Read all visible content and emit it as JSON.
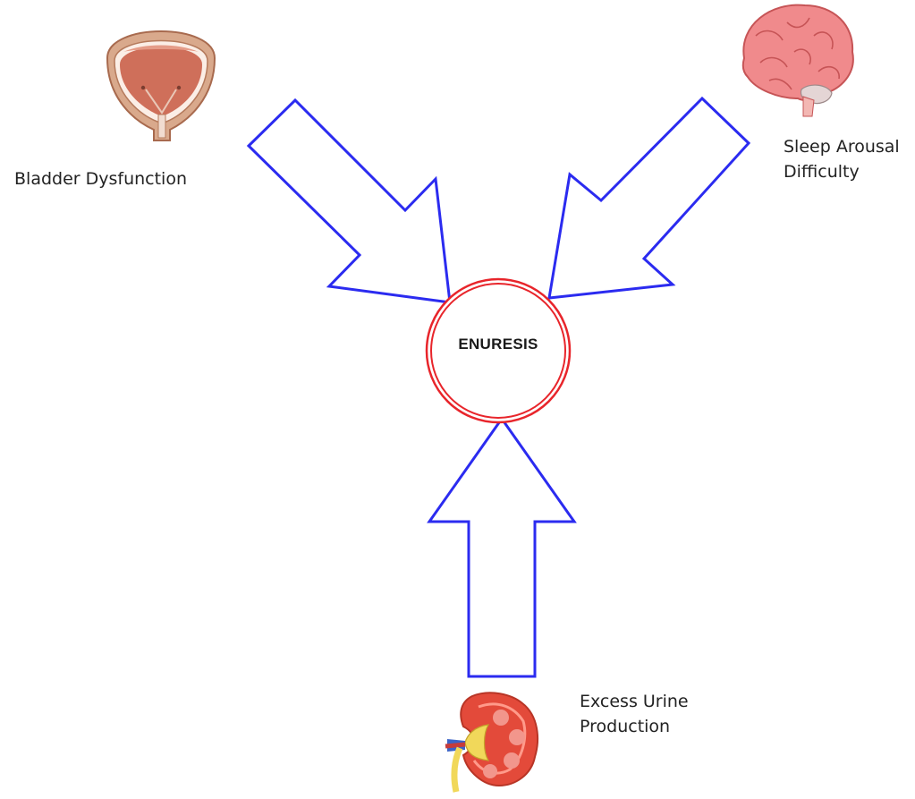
{
  "diagram": {
    "center": {
      "label": "ENURESIS",
      "ring_color": "#e8252b"
    },
    "arrow_color": "#2b2bf0",
    "causes": [
      {
        "id": "bladder",
        "lines": [
          "Bladder Dysfunction"
        ],
        "icon": "bladder-icon"
      },
      {
        "id": "sleep",
        "lines": [
          "Sleep Arousal",
          "Difficulty"
        ],
        "icon": "brain-icon"
      },
      {
        "id": "urine",
        "lines": [
          "Excess Urine",
          "Production"
        ],
        "icon": "kidney-icon"
      }
    ]
  }
}
